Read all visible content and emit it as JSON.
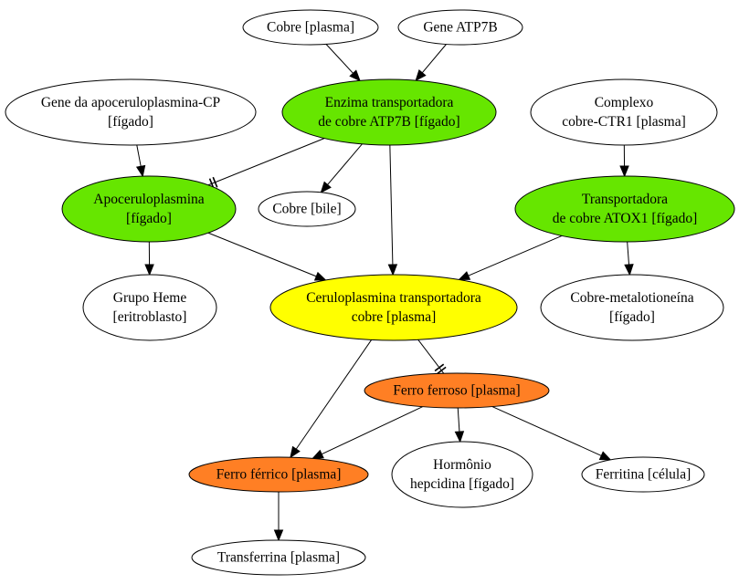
{
  "colors": {
    "white": "#ffffff",
    "green": "#66e600",
    "yellow": "#ffff00",
    "orange": "#ff7f24"
  },
  "nodes": {
    "cobre_plasma": {
      "lines": [
        "Cobre [plasma]"
      ],
      "fill": "white"
    },
    "gene_atp7b": {
      "lines": [
        "Gene ATP7B"
      ],
      "fill": "white"
    },
    "gene_apocp": {
      "lines": [
        "Gene da apoceruloplasmina-CP",
        "[fígado]"
      ],
      "fill": "white"
    },
    "enzima_atp7b": {
      "lines": [
        "Enzima transportadora",
        "de cobre ATP7B [fígado]"
      ],
      "fill": "green"
    },
    "complexo_ctr1": {
      "lines": [
        "Complexo",
        "cobre-CTR1 [plasma]"
      ],
      "fill": "white"
    },
    "apoceruloplasmina": {
      "lines": [
        "Apoceruloplasmina",
        "[fígado]"
      ],
      "fill": "green"
    },
    "cobre_bile": {
      "lines": [
        "Cobre [bile]"
      ],
      "fill": "white"
    },
    "atox1": {
      "lines": [
        "Transportadora",
        "de cobre ATOX1 [fígado]"
      ],
      "fill": "green"
    },
    "grupo_heme": {
      "lines": [
        "Grupo Heme",
        "[eritroblasto]"
      ],
      "fill": "white"
    },
    "ceruloplasmina": {
      "lines": [
        "Ceruloplasmina transportadora",
        "cobre [plasma]"
      ],
      "fill": "yellow"
    },
    "metalotioneina": {
      "lines": [
        "Cobre-metalotioneína",
        "[fígado]"
      ],
      "fill": "white"
    },
    "ferro_ferroso": {
      "lines": [
        "Ferro ferroso [plasma]"
      ],
      "fill": "orange"
    },
    "ferro_ferrico": {
      "lines": [
        "Ferro férrico [plasma]"
      ],
      "fill": "orange"
    },
    "hepcidina": {
      "lines": [
        "Hormônio",
        "hepcidina [fígado]"
      ],
      "fill": "white"
    },
    "ferritina": {
      "lines": [
        "Ferritina [célula]"
      ],
      "fill": "white"
    },
    "transferrina": {
      "lines": [
        "Transferrina [plasma]"
      ],
      "fill": "white"
    }
  },
  "edges": [
    {
      "from": "cobre_plasma",
      "to": "enzima_atp7b",
      "type": "arrow"
    },
    {
      "from": "gene_atp7b",
      "to": "enzima_atp7b",
      "type": "arrow"
    },
    {
      "from": "gene_apocp",
      "to": "apoceruloplasmina",
      "type": "arrow"
    },
    {
      "from": "enzima_atp7b",
      "to": "apoceruloplasmina",
      "type": "inhibit"
    },
    {
      "from": "enzima_atp7b",
      "to": "cobre_bile",
      "type": "arrow"
    },
    {
      "from": "enzima_atp7b",
      "to": "ceruloplasmina",
      "type": "arrow"
    },
    {
      "from": "complexo_ctr1",
      "to": "atox1",
      "type": "arrow"
    },
    {
      "from": "apoceruloplasmina",
      "to": "grupo_heme",
      "type": "arrow"
    },
    {
      "from": "apoceruloplasmina",
      "to": "ceruloplasmina",
      "type": "arrow"
    },
    {
      "from": "atox1",
      "to": "ceruloplasmina",
      "type": "arrow"
    },
    {
      "from": "atox1",
      "to": "metalotioneina",
      "type": "arrow"
    },
    {
      "from": "ceruloplasmina",
      "to": "ferro_ferroso",
      "type": "inhibit"
    },
    {
      "from": "ceruloplasmina",
      "to": "ferro_ferrico",
      "type": "arrow"
    },
    {
      "from": "ferro_ferroso",
      "to": "ferro_ferrico",
      "type": "arrow"
    },
    {
      "from": "ferro_ferroso",
      "to": "hepcidina",
      "type": "arrow"
    },
    {
      "from": "ferro_ferroso",
      "to": "ferritina",
      "type": "arrow"
    },
    {
      "from": "ferro_ferrico",
      "to": "transferrina",
      "type": "arrow"
    }
  ]
}
